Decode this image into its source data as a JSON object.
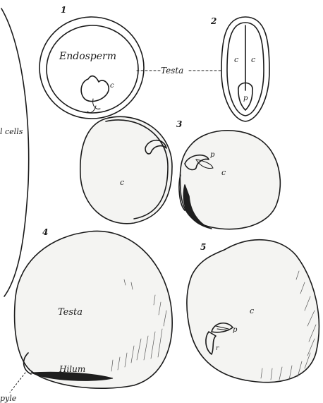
{
  "figure_numbers": {
    "fig1": "1",
    "fig2": "2",
    "fig3": "3",
    "fig4": "4",
    "fig5": "5"
  },
  "labels": {
    "endosperm": "Endosperm",
    "testa_fig1_2": "Testa",
    "cells": "l cells",
    "c_fig1": "c",
    "c_fig2_left": "c",
    "c_fig2_right": "c",
    "p_fig2": "p",
    "c_fig3_left": "c",
    "c_fig3_right": "c",
    "p_fig3": "p",
    "testa_fig4": "Testa",
    "hilum": "Hilum",
    "micropyle": "pyle",
    "c_fig5": "c",
    "p_fig5": "p",
    "r_fig5": "r"
  }
}
